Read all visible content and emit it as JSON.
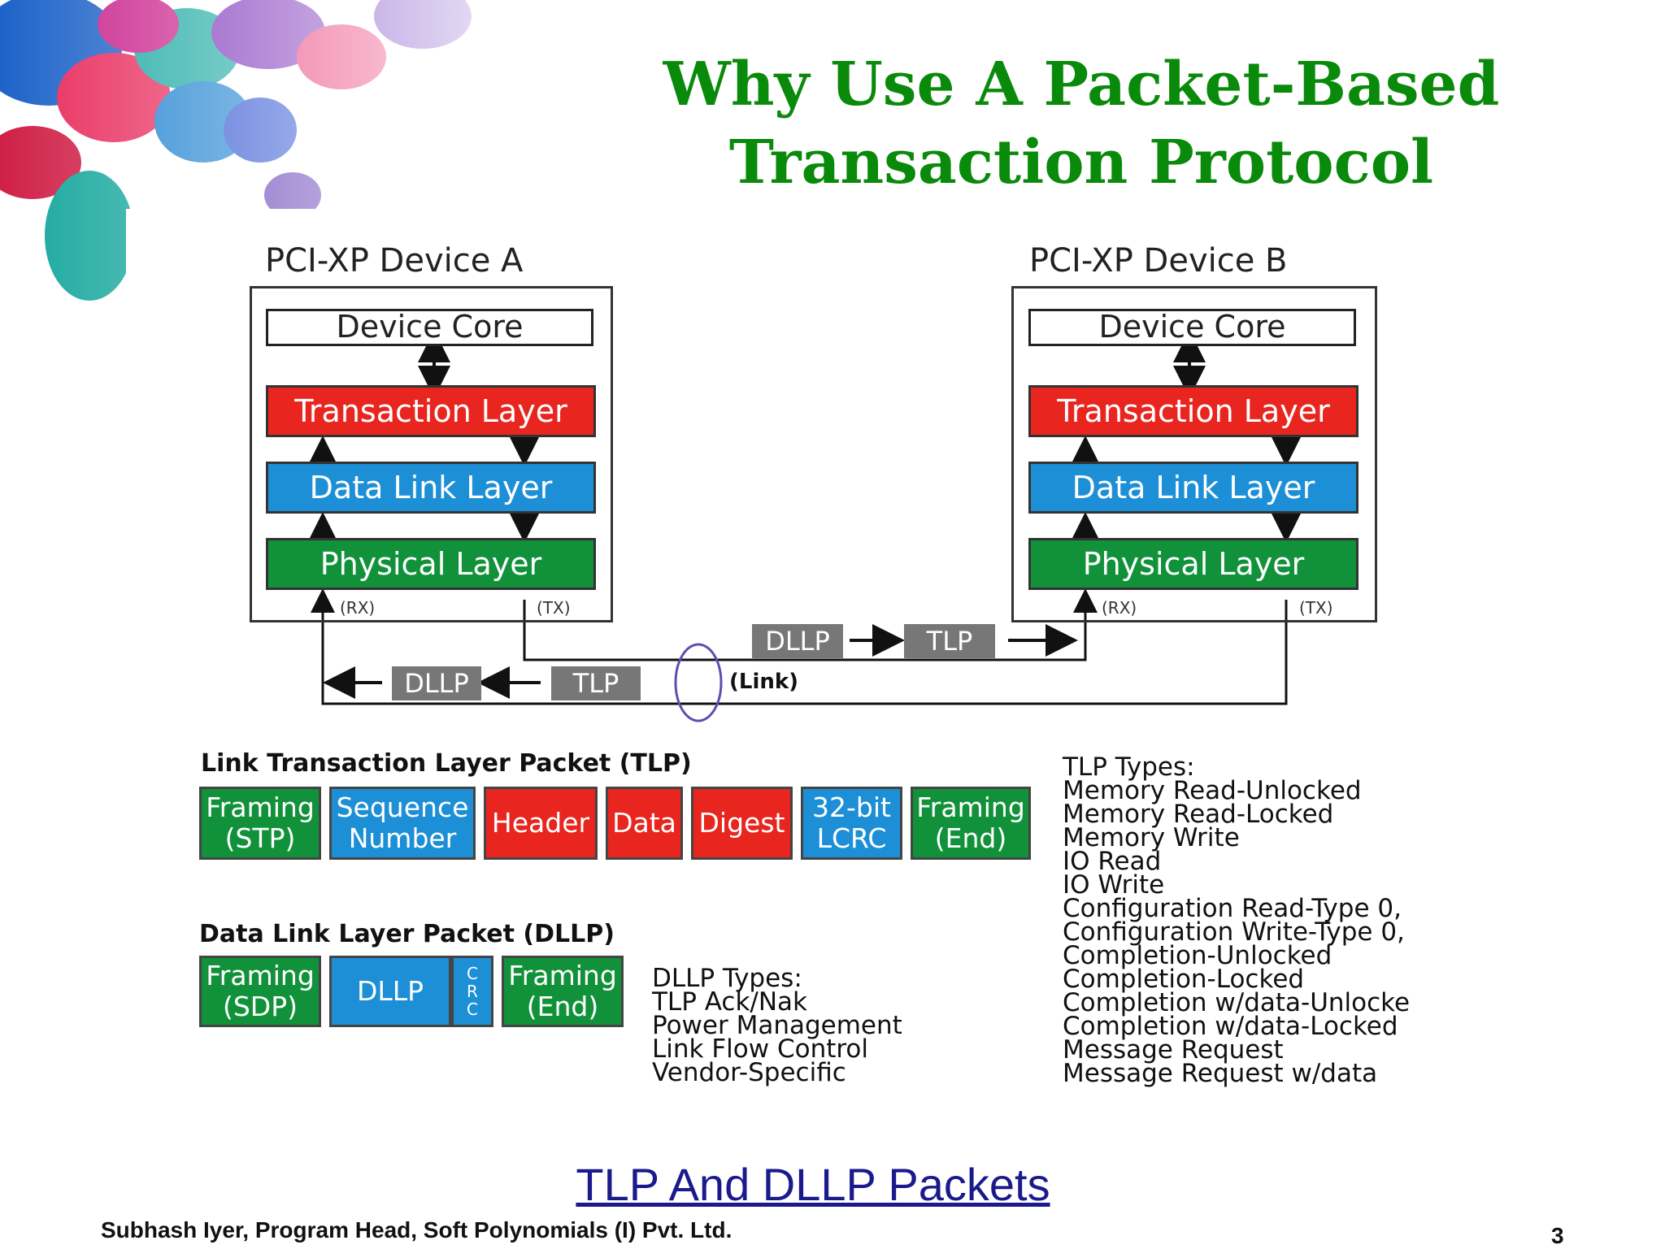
{
  "slide": {
    "title_line1": "Why Use A Packet-Based",
    "title_line2": "Transaction Protocol",
    "caption": "TLP And DLLP Packets",
    "footer": "Subhash Iyer, Program Head, Soft Polynomials (I) Pvt. Ltd.",
    "page_number": "3"
  },
  "device_a": {
    "title": "PCI-XP Device A",
    "core": "Device Core",
    "transaction": "Transaction Layer",
    "datalink": "Data Link Layer",
    "physical": "Physical Layer",
    "rx": "(RX)",
    "tx": "(TX)"
  },
  "device_b": {
    "title": "PCI-XP Device B",
    "core": "Device Core",
    "transaction": "Transaction Layer",
    "datalink": "Data Link Layer",
    "physical": "Physical Layer",
    "rx": "(RX)",
    "tx": "(TX)"
  },
  "link": {
    "label": "(Link)",
    "top_dllp": "DLLP",
    "top_tlp": "TLP",
    "bottom_dllp": "DLLP",
    "bottom_tlp": "TLP"
  },
  "tlp": {
    "title": "Link Transaction Layer Packet (TLP)",
    "fields": [
      {
        "l1": "Framing",
        "l2": "(STP)"
      },
      {
        "l1": "Sequence",
        "l2": "Number"
      },
      {
        "l1": "Header",
        "l2": ""
      },
      {
        "l1": "Data",
        "l2": ""
      },
      {
        "l1": "Digest",
        "l2": ""
      },
      {
        "l1": "32-bit",
        "l2": "LCRC"
      },
      {
        "l1": "Framing",
        "l2": "(End)"
      }
    ],
    "types_header": "TLP Types:",
    "types": [
      "Memory Read-Unlocked",
      "Memory Read-Locked",
      "Memory Write",
      "IO Read",
      "IO Write",
      "Configuration Read-Type 0,",
      "Configuration Write-Type 0,",
      "Completion-Unlocked",
      "Completion-Locked",
      "Completion w/data-Unlocke",
      "Completion w/data-Locked",
      "Message Request",
      "Message Request w/data"
    ]
  },
  "dllp": {
    "title": "Data Link Layer Packet (DLLP)",
    "fields": [
      {
        "l1": "Framing",
        "l2": "(SDP)"
      },
      {
        "l1": "DLLP",
        "l2": ""
      },
      {
        "l1": "C R C",
        "l2": ""
      },
      {
        "l1": "Framing",
        "l2": "(End)"
      }
    ],
    "types_header": "DLLP Types:",
    "types": [
      "TLP Ack/Nak",
      "Power Management",
      "Link Flow Control",
      "Vendor-Specific"
    ]
  },
  "colors": {
    "title_green": "#0a8a0a",
    "red": "#e8261f",
    "blue": "#1c8fd6",
    "green": "#11923a",
    "packet_gray": "#777777",
    "link_ellipse": "#5b4fb0"
  }
}
